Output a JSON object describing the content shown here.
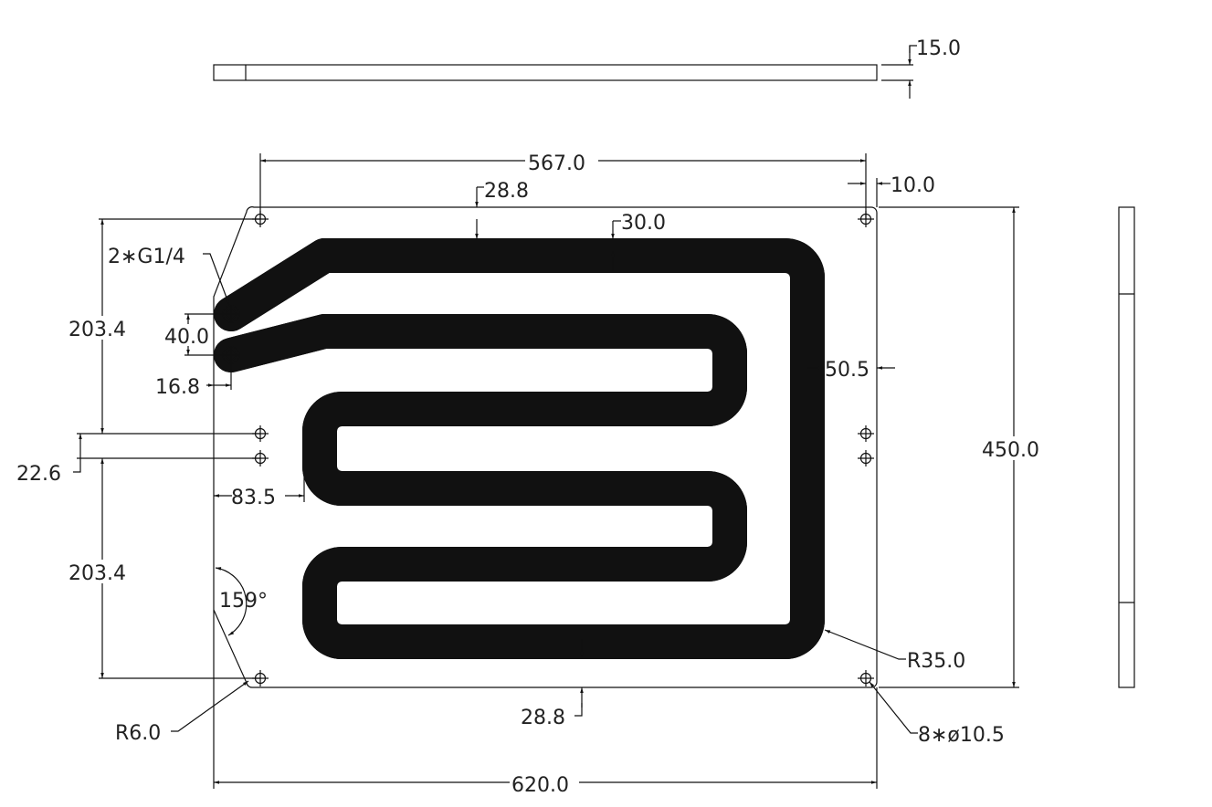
{
  "drawing": {
    "top_view": {
      "thickness": "15.0"
    },
    "dimensions": {
      "hole_span_width": "567.0",
      "edge_hole_offset": "10.0",
      "channel_top_offset": "28.8",
      "channel_width": "30.0",
      "channel_side_offset": "50.5",
      "overall_height": "450.0",
      "hole_pitch_upper": "203.4",
      "hole_pitch_lower": "203.4",
      "hole_pair_spacing": "22.6",
      "port_spacing": "40.0",
      "port_edge_offset": "16.8",
      "ports": "2∗G1/4",
      "channel_left_offset": "83.5",
      "chamfer_angle": "159°",
      "channel_corner_radius": "R35.0",
      "channel_bottom_offset": "28.8",
      "corner_radius": "R6.0",
      "mount_holes": "8∗ø10.5",
      "overall_width": "620.0"
    }
  }
}
